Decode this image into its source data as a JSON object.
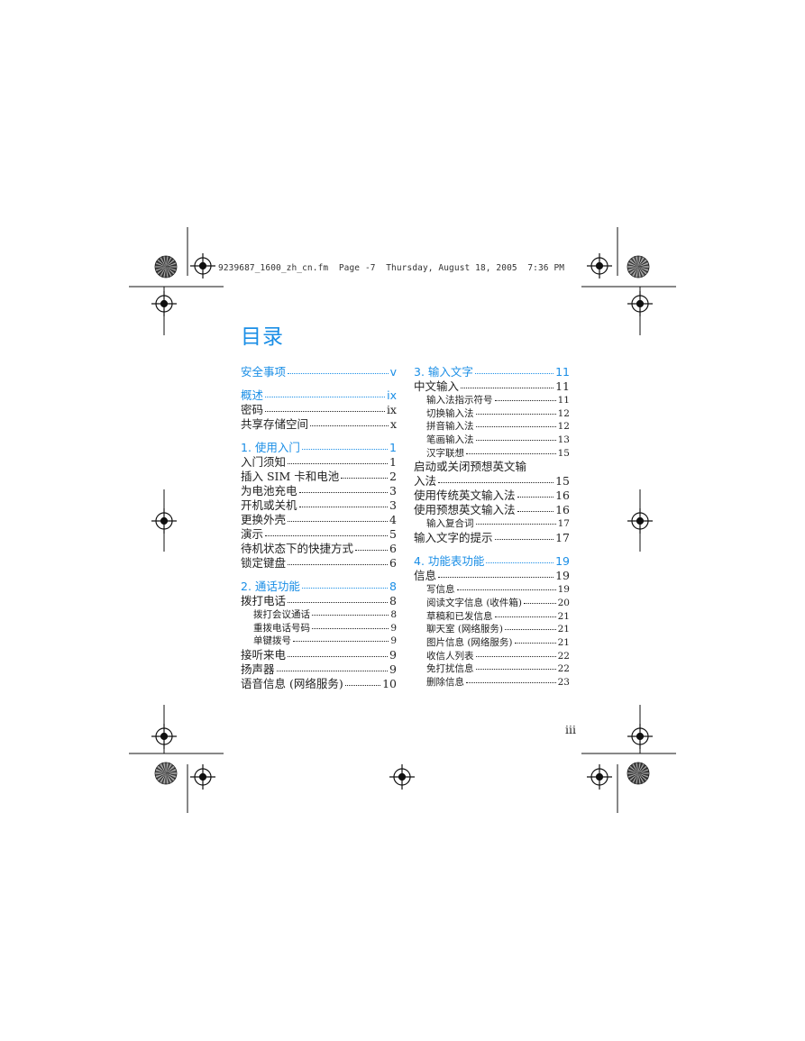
{
  "header": {
    "file_info": "9239687_1600_zh_cn.fm  Page -7  Thursday, August 18, 2005  7:36 PM"
  },
  "title": "目录",
  "left_column": [
    {
      "level": "chapter",
      "label": "安全事项",
      "page": "v",
      "gap": false
    },
    {
      "level": "chapter",
      "label": "概述",
      "page": "ix",
      "gap": true
    },
    {
      "level": "l1",
      "label": "密码",
      "page": "ix"
    },
    {
      "level": "l1",
      "label": "共享存储空间",
      "page": "x"
    },
    {
      "level": "chapter",
      "label": "1. 使用入门",
      "page": "1",
      "gap": true
    },
    {
      "level": "l1",
      "label": "入门须知",
      "page": "1"
    },
    {
      "level": "l1",
      "label": "插入 SIM 卡和电池",
      "page": "2"
    },
    {
      "level": "l1",
      "label": "为电池充电",
      "page": "3"
    },
    {
      "level": "l1",
      "label": "开机或关机",
      "page": "3"
    },
    {
      "level": "l1",
      "label": "更换外壳",
      "page": "4"
    },
    {
      "level": "l1",
      "label": "演示",
      "page": "5"
    },
    {
      "level": "l1",
      "label": "待机状态下的快捷方式",
      "page": "6"
    },
    {
      "level": "l1",
      "label": "锁定键盘",
      "page": "6"
    },
    {
      "level": "chapter",
      "label": "2. 通话功能",
      "page": "8",
      "gap": true
    },
    {
      "level": "l1",
      "label": "拨打电话",
      "page": "8"
    },
    {
      "level": "l2",
      "label": "拨打会议通话",
      "page": "8"
    },
    {
      "level": "l2",
      "label": "重拨电话号码",
      "page": "9"
    },
    {
      "level": "l2",
      "label": "单键拨号",
      "page": "9"
    },
    {
      "level": "l1",
      "label": "接听来电",
      "page": "9"
    },
    {
      "level": "l1",
      "label": "扬声器",
      "page": "9"
    },
    {
      "level": "l1",
      "label": "语音信息 (网络服务)",
      "page": "10"
    }
  ],
  "right_column": [
    {
      "level": "chapter",
      "label": "3. 输入文字",
      "page": "11",
      "gap": false
    },
    {
      "level": "l1",
      "label": "中文输入",
      "page": "11"
    },
    {
      "level": "l2",
      "label": "输入法指示符号",
      "page": "11"
    },
    {
      "level": "l2",
      "label": "切换输入法",
      "page": "12"
    },
    {
      "level": "l2",
      "label": "拼音输入法",
      "page": "12"
    },
    {
      "level": "l2",
      "label": "笔画输入法",
      "page": "13"
    },
    {
      "level": "l2",
      "label": "汉字联想",
      "page": "15"
    },
    {
      "level": "plain",
      "label": "启动或关闭预想英文输"
    },
    {
      "level": "l1",
      "label": "入法",
      "page": "15"
    },
    {
      "level": "l1",
      "label": "使用传统英文输入法",
      "page": "16"
    },
    {
      "level": "l1",
      "label": "使用预想英文输入法",
      "page": "16"
    },
    {
      "level": "l2",
      "label": "输入复合词",
      "page": "17"
    },
    {
      "level": "l1",
      "label": "输入文字的提示",
      "page": "17"
    },
    {
      "level": "chapter",
      "label": "4. 功能表功能",
      "page": "19",
      "gap": true
    },
    {
      "level": "l1",
      "label": "信息",
      "page": "19"
    },
    {
      "level": "l2",
      "label": "写信息",
      "page": "19"
    },
    {
      "level": "l2",
      "label": "阅读文字信息 (收件箱)",
      "page": "20"
    },
    {
      "level": "l2",
      "label": "草稿和已发信息",
      "page": "21"
    },
    {
      "level": "l2",
      "label": "聊天室 (网络服务)",
      "page": "21"
    },
    {
      "level": "l2",
      "label": "图片信息 (网络服务)",
      "page": "21"
    },
    {
      "level": "l2",
      "label": "收信人列表",
      "page": "22"
    },
    {
      "level": "l2",
      "label": "免打扰信息",
      "page": "22"
    },
    {
      "level": "l2",
      "label": "删除信息",
      "page": "23"
    }
  ],
  "footer": {
    "page_number": "iii"
  }
}
